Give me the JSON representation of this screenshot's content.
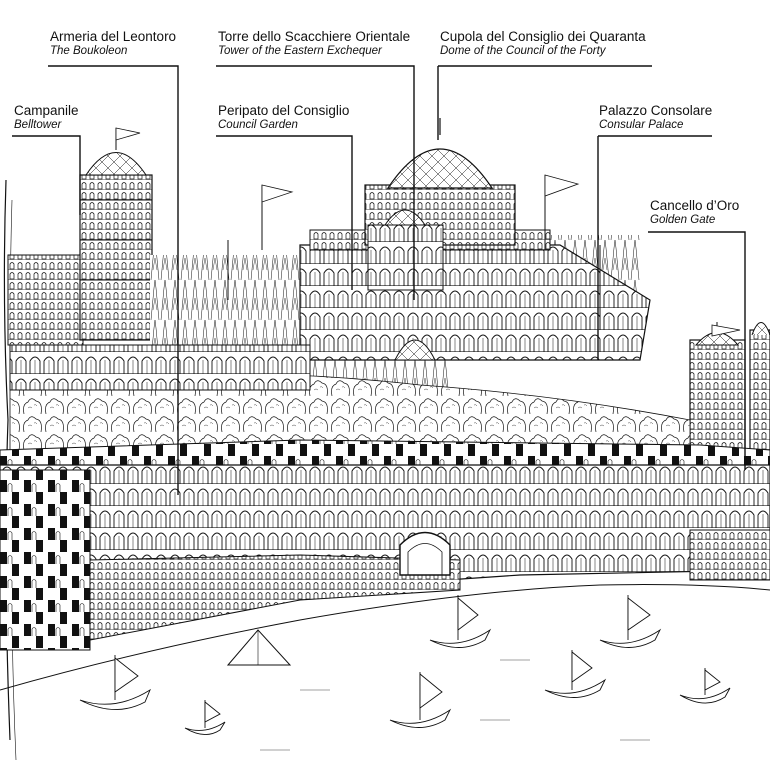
{
  "labels": [
    {
      "id": "armeria",
      "title": "Armeria del Leontoro",
      "subtitle": "The Boukoleon"
    },
    {
      "id": "torre",
      "title": "Torre dello Scacchiere Orientale",
      "subtitle": "Tower of the Eastern Exchequer"
    },
    {
      "id": "cupola",
      "title": "Cupola del Consiglio dei Quaranta",
      "subtitle": "Dome of the Council of the Forty"
    },
    {
      "id": "campanile",
      "title": "Campanile",
      "subtitle": "Belltower"
    },
    {
      "id": "peripato",
      "title": "Peripato del Consiglio",
      "subtitle": "Council Garden"
    },
    {
      "id": "palazzo",
      "title": "Palazzo Consolare",
      "subtitle": "Consular Palace"
    },
    {
      "id": "cancello",
      "title": "Cancello d’Oro",
      "subtitle": "Golden Gate"
    }
  ],
  "colors": {
    "ink": "#111111",
    "paper": "#ffffff"
  }
}
